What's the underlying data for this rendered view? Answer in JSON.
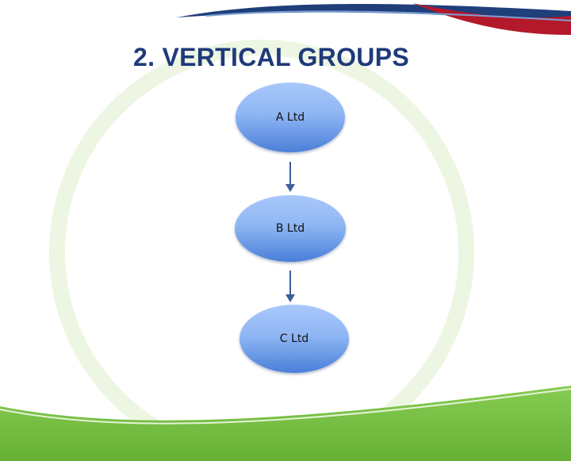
{
  "slide": {
    "title": "2. VERTICAL GROUPS"
  },
  "diagram": {
    "nodes": [
      {
        "id": "a",
        "label": "A Ltd"
      },
      {
        "id": "b",
        "label": "B Ltd"
      },
      {
        "id": "c",
        "label": "C Ltd"
      }
    ],
    "edges": [
      {
        "from": "a",
        "to": "b"
      },
      {
        "from": "b",
        "to": "c"
      }
    ]
  },
  "colors": {
    "title": "#1f3a7a",
    "node_fill_light": "#a9c8fb",
    "node_fill_dark": "#4a7fd8",
    "arrow": "#3a5f99",
    "ground_green": "#76bf45",
    "circle_green": "#edf6e3",
    "swoosh_navy": "#1f3f7a",
    "swoosh_red": "#b3192b"
  }
}
